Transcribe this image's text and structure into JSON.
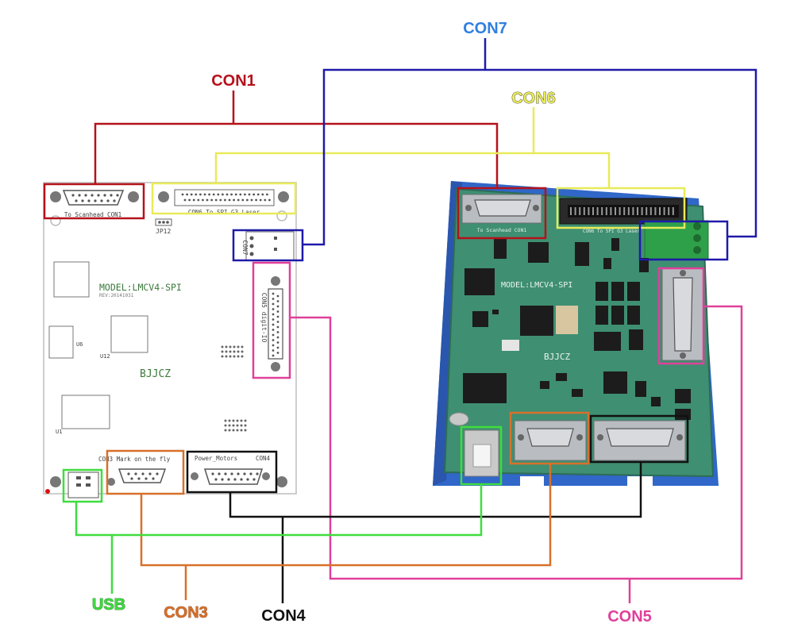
{
  "labels": {
    "con1": "CON1",
    "con7": "CON7",
    "con6": "CON6",
    "usb": "USB",
    "con3": "CON3",
    "con4": "CON4",
    "con5": "CON5"
  },
  "colors": {
    "con1": "#b5121b",
    "con7": "#1f1aa8",
    "con7_label": "#2f7fe0",
    "con6": "#e8ea5a",
    "usb": "#3fdc3f",
    "con3": "#d8702a",
    "con4": "#111111",
    "con5": "#e0409a",
    "board_outline": "#3a6a3a",
    "pcb_green": "#3f8f72",
    "pcb_blue": "#3067c8"
  },
  "left_board": {
    "con1_silk": "To Scanhead  CON1",
    "con6_silk": "CON6   To SPI G3 Laser",
    "jp12": "JP12",
    "con7_silk": "CON7",
    "con5_silk": "CON5   digit-IO",
    "model": "MODEL:LMCV4-SPI",
    "rev": "REV:20141031",
    "u6": "U6",
    "u12": "U12",
    "u1": "U1",
    "brand": "BJJCZ",
    "con3_silk": "CON3 Mark on the fly",
    "con4_silk": "Power_Motors",
    "con4_tag": "CON4"
  },
  "right_board": {
    "model": "MODEL:LMCV4-SPI",
    "brand": "BJJCZ",
    "con1_silk": "To Scanhead  CON1",
    "con6_silk": "CON6     To SPI G3 Laser"
  }
}
